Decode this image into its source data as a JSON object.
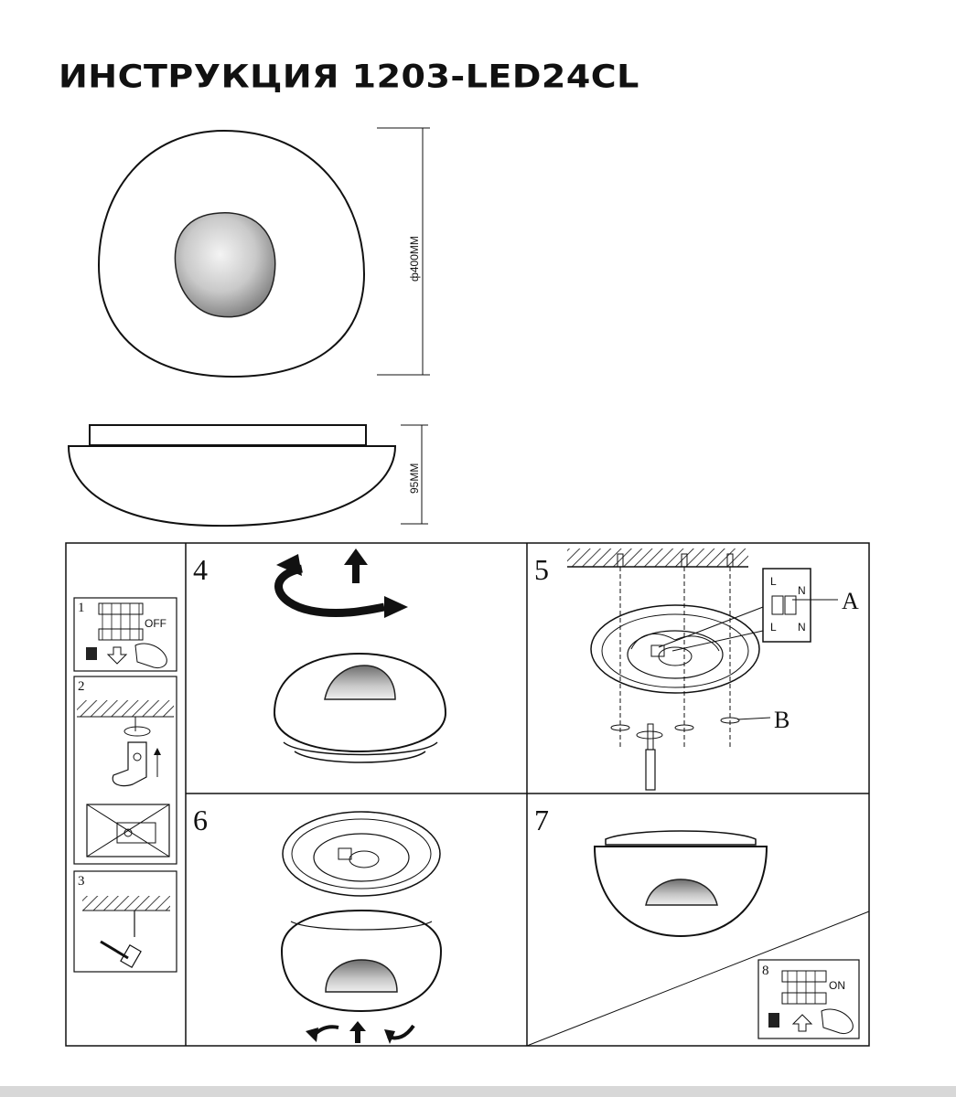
{
  "title": "ИНСТРУКЦИЯ 1203-LED24CL",
  "dimensions": {
    "diameter": "ф400ММ",
    "height": "95ММ"
  },
  "steps": {
    "s1": "1",
    "s2": "2",
    "s3": "3",
    "s4": "4",
    "s5": "5",
    "s6": "6",
    "s7": "7",
    "s8": "8"
  },
  "callouts": {
    "a": "A",
    "b": "B"
  },
  "terminal_labels": {
    "l_top": "L",
    "n_top": "N",
    "l_bottom": "L",
    "n_bottom": "N"
  },
  "switch_labels": {
    "off": "OFF",
    "on": "ON"
  }
}
